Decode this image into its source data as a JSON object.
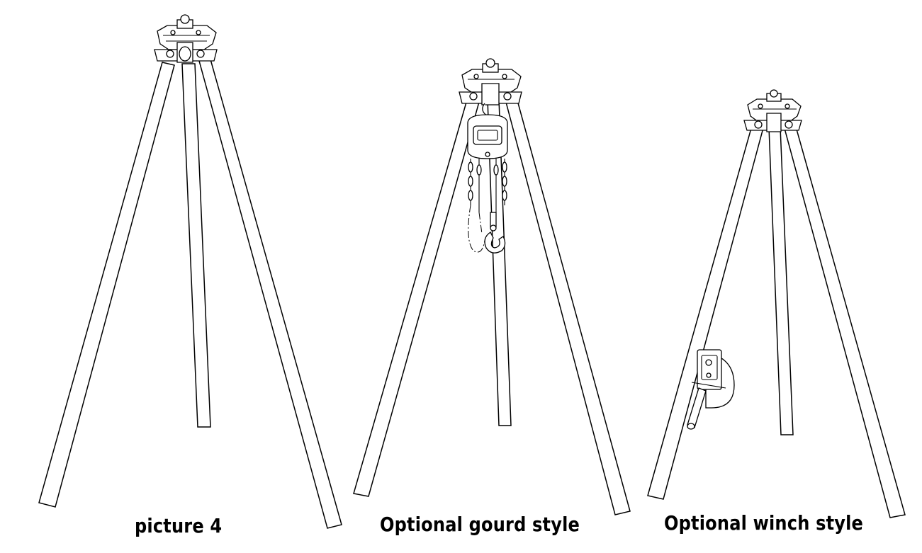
{
  "figures": [
    {
      "name": "basic-tripod",
      "caption": "picture 4",
      "accessory": "none"
    },
    {
      "name": "tripod-with-chain-hoist",
      "caption": "Optional gourd style",
      "accessory": "chain-hoist"
    },
    {
      "name": "tripod-with-winch",
      "caption": "Optional winch style",
      "accessory": "winch"
    }
  ],
  "colors": {
    "line": "#000000",
    "background": "#ffffff"
  }
}
